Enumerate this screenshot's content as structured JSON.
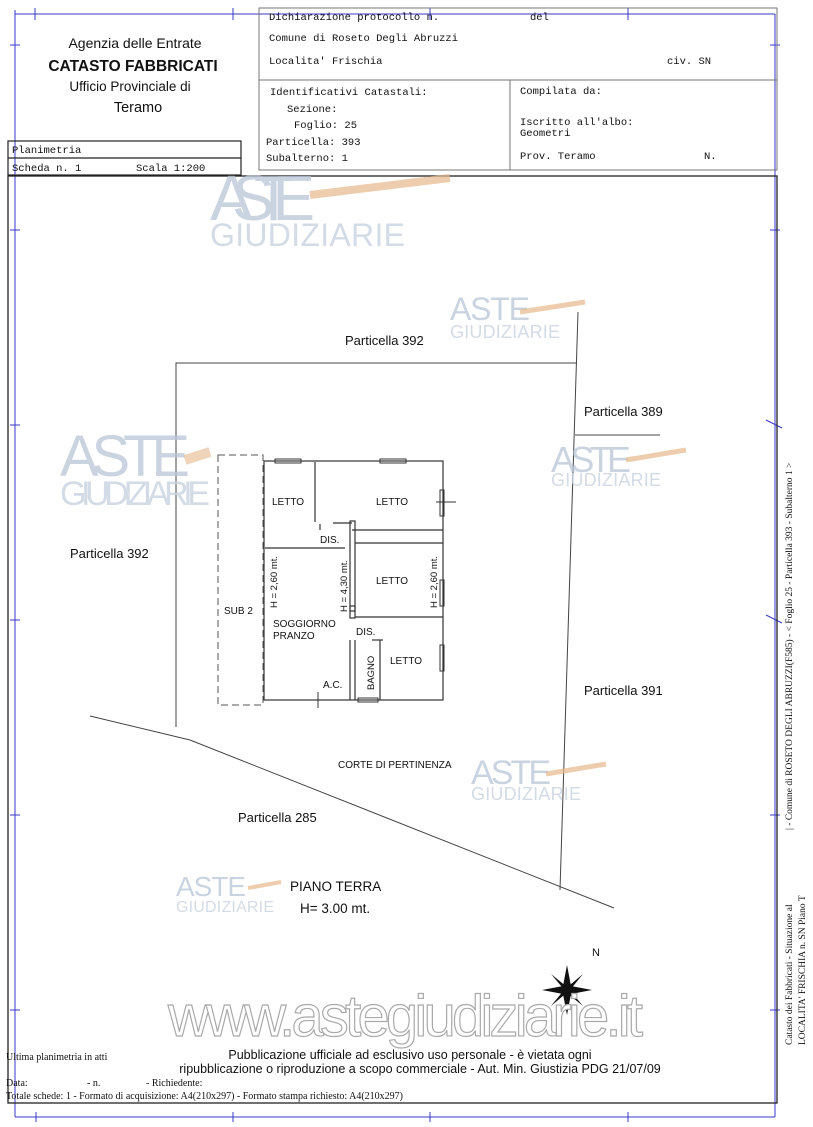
{
  "header": {
    "agency_line1": "Agenzia delle Entrate",
    "agency_line2": "CATASTO FABBRICATI",
    "agency_line3": "Ufficio Provinciale di",
    "agency_line4": "Teramo",
    "protocol_label": "Dichiarazione protocollo n.",
    "protocol_del": "del",
    "comune": "Comune di Roseto Degli Abruzzi",
    "localita": "Localita' Frischia",
    "civico": "civ. SN",
    "identificativi_label": "Identificativi Catastali:",
    "sezione": "Sezione:",
    "foglio": "Foglio: 25",
    "particella": "Particella: 393",
    "subalterno": "Subalterno: 1",
    "compilata_label": "Compilata da:",
    "iscritto_label": "Iscritto all'albo:",
    "iscritto_value": "Geometri",
    "prov": "Prov. Teramo",
    "numero": "N."
  },
  "sheet": {
    "type": "Planimetria",
    "scheda": "Scheda n. 1",
    "scala": "Scala 1:200"
  },
  "plan": {
    "parcels": {
      "top": "Particella 392",
      "left": "Particella 392",
      "right_top": "Particella 389",
      "right_bottom": "Particella 391",
      "bottom": "Particella 285"
    },
    "rooms": {
      "letto1": "LETTO",
      "letto2": "LETTO",
      "letto3": "LETTO",
      "letto4": "LETTO",
      "dis1": "DIS.",
      "dis2": "DIS.",
      "soggiorno1": "SOGGIORNO",
      "soggiorno2": "PRANZO",
      "bagno": "BAGNO",
      "ac": "A.C.",
      "sub2": "SUB 2",
      "h1": "H = 2,60 mt.",
      "h2": "H = 4,30 mt.",
      "h3": "H = 2,60 mt."
    },
    "corte": "CORTE DI PERTINENZA",
    "floor": "PIANO TERRA",
    "floor_height": "H= 3.00 mt.",
    "north": "N"
  },
  "side": {
    "line1": "Catasto dei Fabbricati - Situazione al",
    "line2": "LOCALITA' FRISCHIA n. SN Piano T",
    "line3": "| - Comune di ROSETO DEGLI ABRUZZI(F585) - < Foglio 25 - Particella 393 - Subalterno 1 >"
  },
  "footer": {
    "ultima": "Ultima planimetria in atti",
    "data": "Data:",
    "n": "- n.",
    "richiedente": "- Richiedente:",
    "totale": "Totale schede: 1 - Formato di acquisizione: A4(210x297) - Formato stampa richiesto: A4(210x297)",
    "notice1": "Pubblicazione ufficiale ad esclusivo uso personale - è vietata ogni",
    "notice2": "ripubblicazione o riproduzione a scopo commerciale - Aut. Min. Giustizia PDG 21/07/09"
  },
  "watermark": {
    "aste": "ASTE",
    "giudiziarie": "GIUDIZIARIE",
    "url": "www.astegiudiziarie.it"
  }
}
